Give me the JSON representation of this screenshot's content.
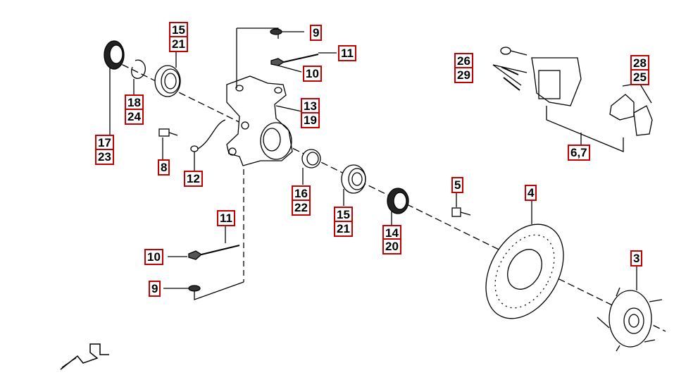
{
  "callouts": {
    "c15_top": "15",
    "c21_top": "21",
    "c9_top": "9",
    "c11_top": "11",
    "c10_top": "10",
    "c13": "13",
    "c19": "19",
    "c18": "18",
    "c24": "24",
    "c17": "17",
    "c23": "23",
    "c8": "8",
    "c12": "12",
    "c16": "16",
    "c22": "22",
    "c15_mid": "15",
    "c21_mid": "21",
    "c14": "14",
    "c20": "20",
    "c5": "5",
    "c4": "4",
    "c26": "26",
    "c29": "29",
    "c28": "28",
    "c25": "25",
    "c67": "6,7",
    "c3": "3",
    "c11_bot": "11",
    "c10_bot": "10",
    "c9_bot": "9"
  },
  "colors": {
    "callout_border": "#c40000",
    "line": "#000000",
    "background": "#ffffff"
  },
  "icons": {
    "logo": "direction-arrow-f-logo"
  }
}
